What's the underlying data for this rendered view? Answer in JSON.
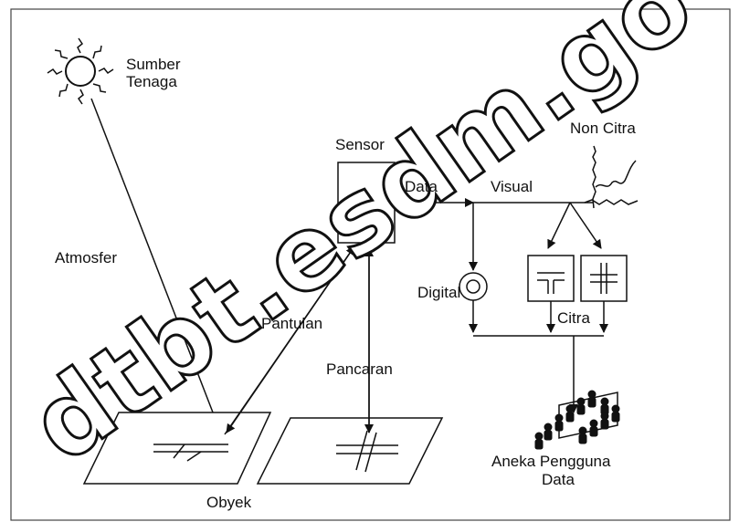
{
  "labels": {
    "source": "Sumber\nTenaga",
    "source_line1": "Sumber",
    "source_line2": "Tenaga",
    "atmosphere": "Atmosfer",
    "sensor": "Sensor",
    "data": "Data",
    "visual": "Visual",
    "non_image": "Non Citra",
    "digital": "Digital",
    "image": "Citra",
    "reflection": "Pantulan",
    "emission": "Pancaran",
    "object": "Obyek",
    "users_line1": "Aneka Pengguna",
    "users_line2": "Data"
  },
  "watermark": {
    "text": "dtbt.esdm.go",
    "color": "#ffffff"
  },
  "colors": {
    "line": "#111111",
    "background": "#ffffff",
    "border": "#444444"
  }
}
